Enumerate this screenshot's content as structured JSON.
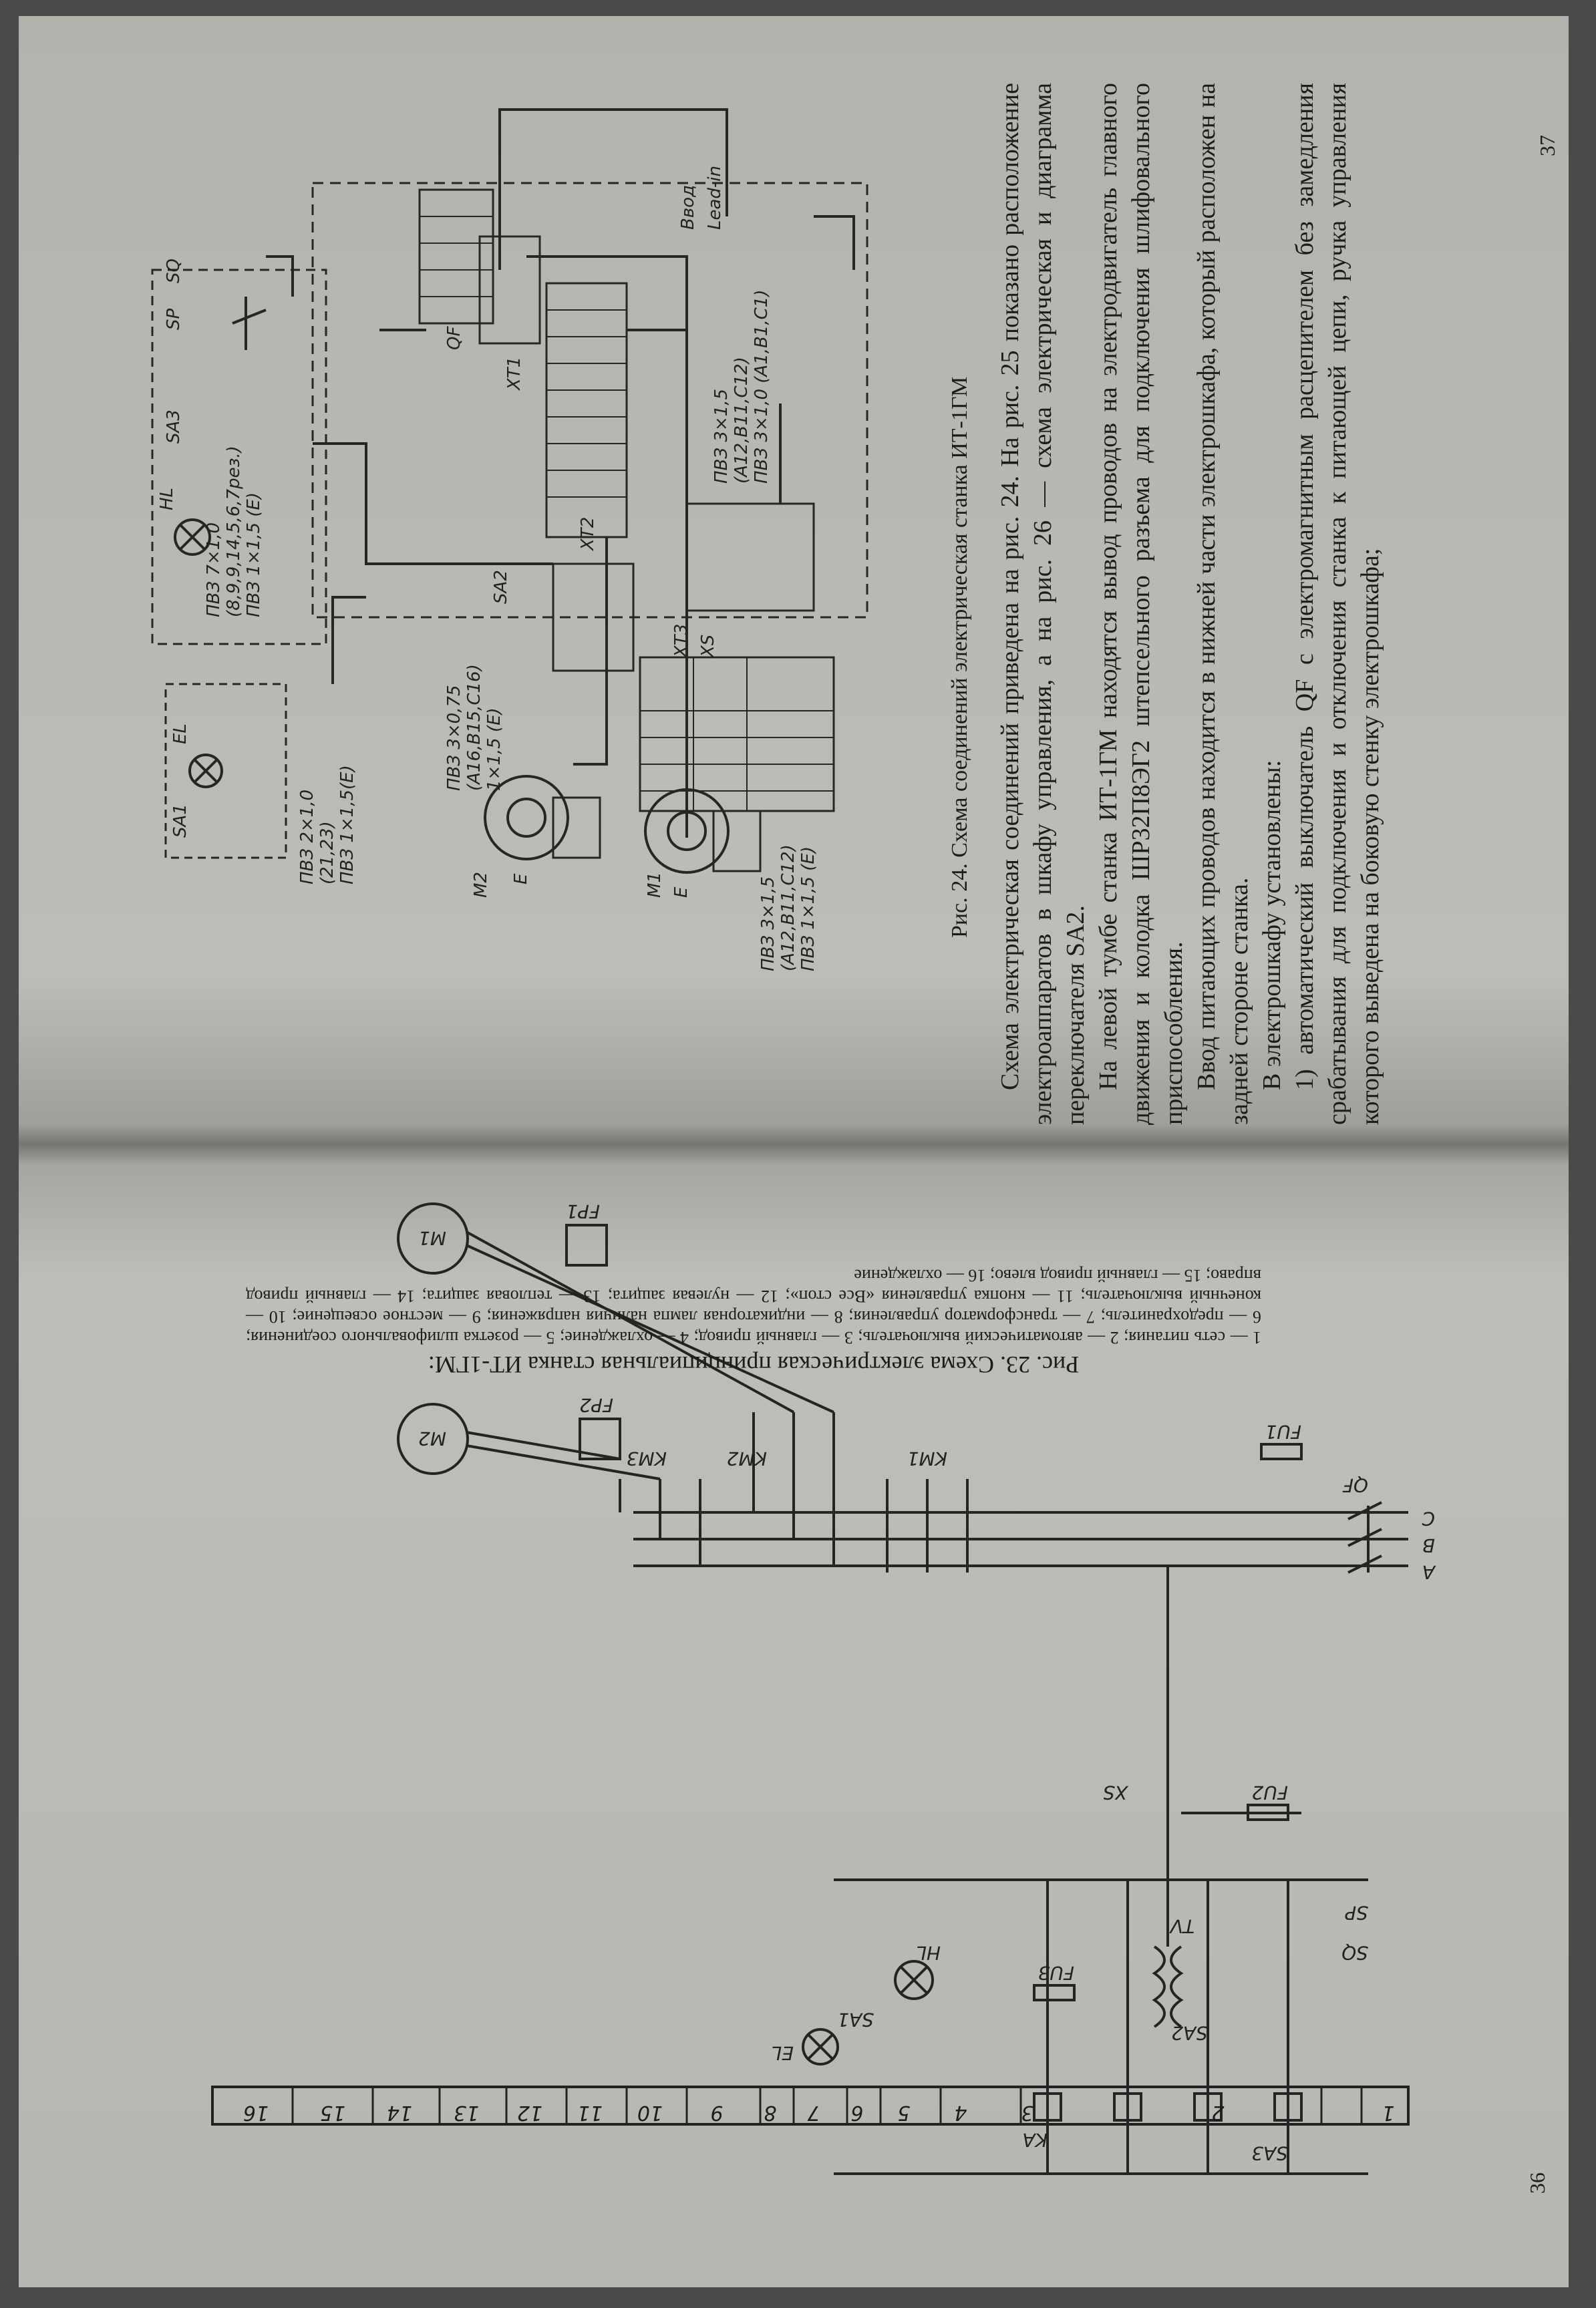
{
  "page_left_number": "37",
  "page_right_number": "36",
  "fig24": {
    "caption": "Рис. 24. Схема соединений электрическая станка ИТ-1ГМ",
    "labels": {
      "lead_in_ru": "Ввод",
      "lead_in_en": "Lead-in",
      "cable_1": "ПВЗ 7×1,0",
      "cable_1b": "(8,9,9,14,5,6,7рез.)",
      "cable_1c": "ПВЗ 1×1,5 (Е)",
      "cable_2": "ПВЗ 2×1,0",
      "cable_2b": "(21,23)",
      "cable_2c": "ПВЗ 1×1,5(Е)",
      "cable_3": "ПВЗ 3×0,75",
      "cable_3b": "(А16,В15,С16)",
      "cable_3c": "1×1,5 (Е)",
      "cable_4": "ПВЗ 3×1,5",
      "cable_4b": "(А12,В11,С12)",
      "cable_4c": "ПВЗ 1×1,5 (Е)",
      "cable_5": "ПВЗ 3×1,5",
      "cable_5b": "(А12,В11,С12)",
      "cable_5c": "ПВЗ 3×1,0 (А1,В1,С1)",
      "hl": "HL",
      "sa3": "SA3",
      "sp": "SP",
      "sq": "SQ",
      "sa1": "SA1",
      "el": "EL",
      "sa2": "SA2",
      "xt1": "ХТ1",
      "xt2": "ХТ2",
      "xt3": "ХТ3",
      "xs": "XS",
      "qf": "QF",
      "m1": "M1",
      "m2": "M2",
      "e": "E"
    }
  },
  "fig23": {
    "title": "Рис. 23. Схема электрическая принципиальная станка ИТ-1ГМ:",
    "legend": "1 — сеть питания; 2 — автоматический выключатель; 3 — главный привод; 4 — охлаждение; 5 — розетка шлифовального соединения; 6 — предохранитель; 7 — трансформатор управления; 8 — индикаторная лампа наличия напряжения; 9 — местное освещение; 10 — конечный выключатель; 11 — кнопка управления «Все стоп»; 12 — нулевая защита; 13 — тепловая защита; 14 — главный привод вправо; 15 — главный привод влево; 16 — охлаждение",
    "zones": [
      "1",
      "2",
      "3",
      "4",
      "5",
      "6",
      "7",
      "8",
      "9",
      "10",
      "11",
      "12",
      "13",
      "14",
      "15",
      "16"
    ],
    "labels": {
      "qf": "QF",
      "km1": "KM1",
      "km2": "KM2",
      "km3": "KM3",
      "ka": "KA",
      "fp1": "FP1",
      "fp2": "FP2",
      "fu1": "FU1",
      "fu2": "FU2",
      "fu3": "FU3",
      "tv": "TV",
      "hl": "HL",
      "el": "EL",
      "sa1": "SA1",
      "sa2": "SA2",
      "sa3": "SA3",
      "sp": "SP",
      "sq": "SQ",
      "xs": "XS",
      "m1": "M1",
      "m2": "M2",
      "phase_a": "A",
      "phase_b": "B",
      "phase_c": "C"
    }
  },
  "text37": {
    "p1": "Схема электрическая соединений приведена на рис. 24. На рис. 25 показано расположение электроаппаратов в шкафу управления, а на рис. 26 — схема электрическая и диаграмма переключателя SA2.",
    "p2": "На левой тумбе станка ИТ-1ГМ находятся вывод проводов на электродвигатель главного движения и колодка ШР32П8ЭГ2 штепсельного разъема для подключения шлифовального приспособления.",
    "p3": "Ввод питающих проводов находится в нижней части электрошкафа, который расположен на задней стороне станка.",
    "p4": "В электрошкафу установлены:",
    "p5": "1) автоматический выключатель QF с электромагнитным расцепителем без замедления срабатывания для подключения и отключения станка к питающей цепи, ручка управления которого выведена на боковую стенку электрошкафа;"
  }
}
